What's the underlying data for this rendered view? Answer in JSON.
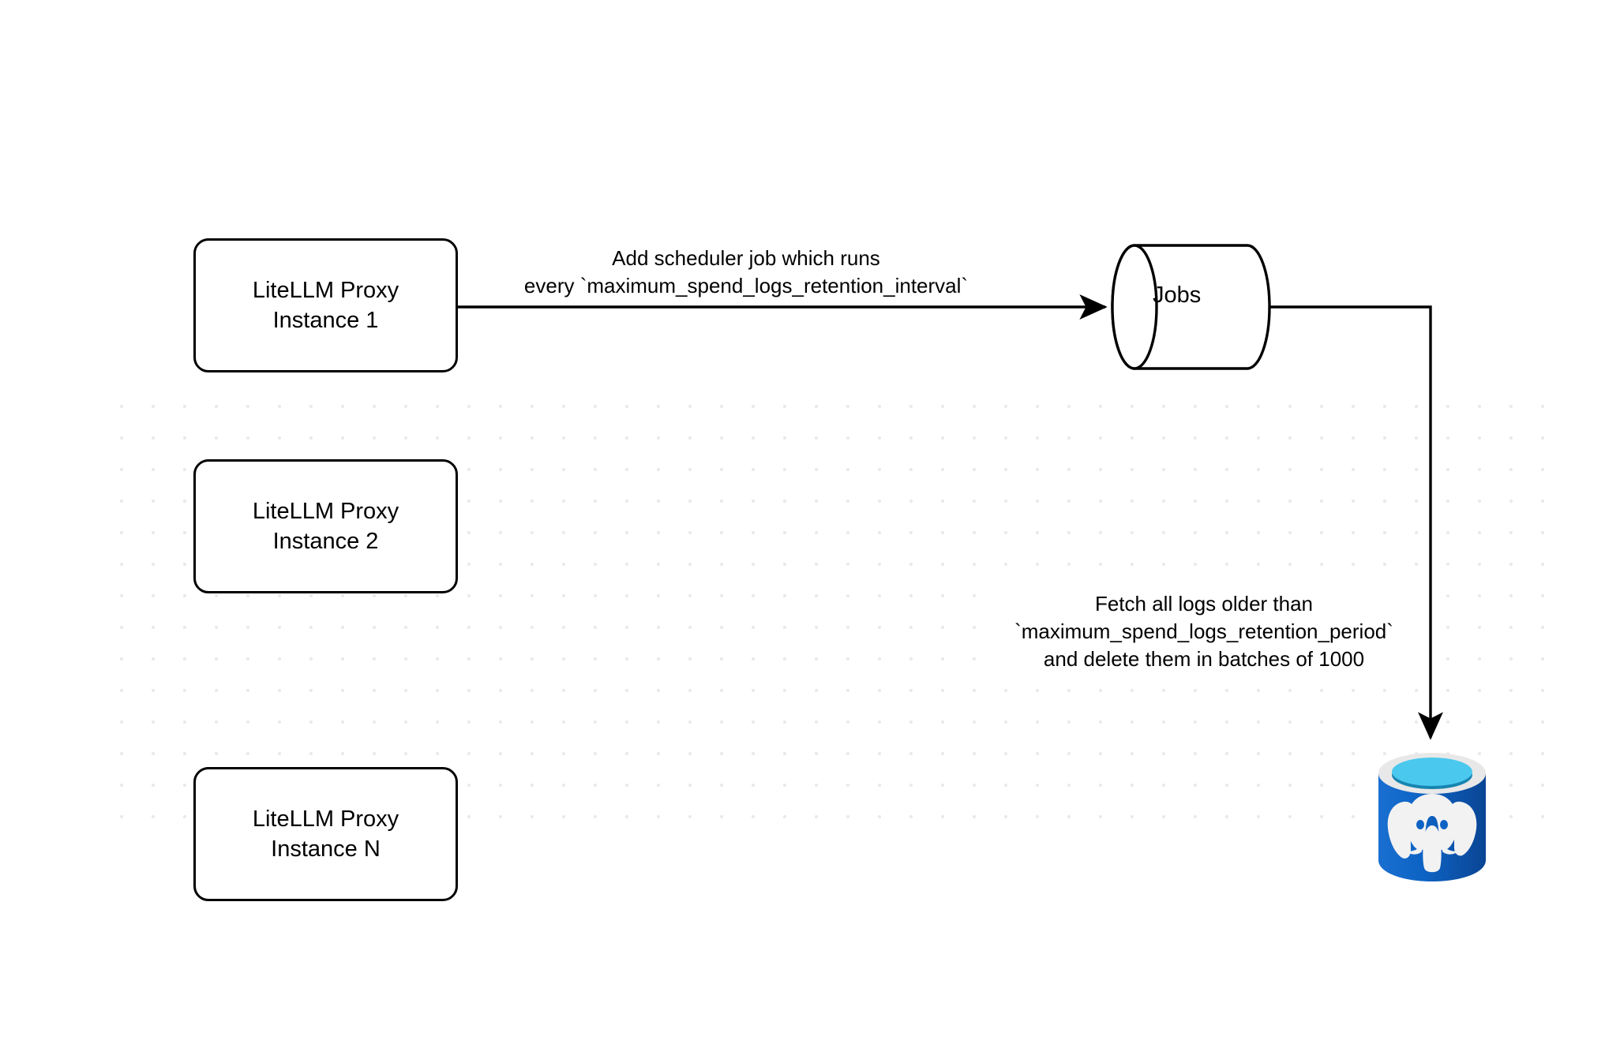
{
  "diagram": {
    "title": "LiteLLM spend logs retention scheduler flow",
    "background_color": "#ffffff",
    "grid_dot_color": "#eaeaea",
    "stroke_color": "#000000",
    "nodes": [
      {
        "id": "proxy-1",
        "shape": "rounded-rectangle",
        "line1": "LiteLLM Proxy",
        "line2": "Instance 1"
      },
      {
        "id": "proxy-2",
        "shape": "rounded-rectangle",
        "line1": "LiteLLM Proxy",
        "line2": "Instance 2"
      },
      {
        "id": "proxy-n",
        "shape": "rounded-rectangle",
        "line1": "LiteLLM Proxy",
        "line2": "Instance N"
      },
      {
        "id": "jobs",
        "shape": "cylinder",
        "label": "Jobs"
      },
      {
        "id": "postgres",
        "shape": "database-icon",
        "icon": "postgresql-elephant-icon",
        "colors": {
          "body": "#0d63c4",
          "body_dark": "#0a4da0",
          "rim": "#e8e8e8",
          "top": "#4ac8ee",
          "top_shadow": "#1785b0",
          "elephant": "#f2f2f2"
        }
      }
    ],
    "edges": [
      {
        "id": "edge-proxy1-jobs",
        "from": "proxy-1",
        "to": "jobs",
        "label_line1": "Add scheduler job which runs",
        "label_line2": "every `maximum_spend_logs_retention_interval`"
      },
      {
        "id": "edge-jobs-postgres",
        "from": "jobs",
        "to": "postgres",
        "label_line1": "Fetch all logs older than",
        "label_line2": "`maximum_spend_logs_retention_period`",
        "label_line3": "and delete them in batches of 1000"
      }
    ]
  }
}
